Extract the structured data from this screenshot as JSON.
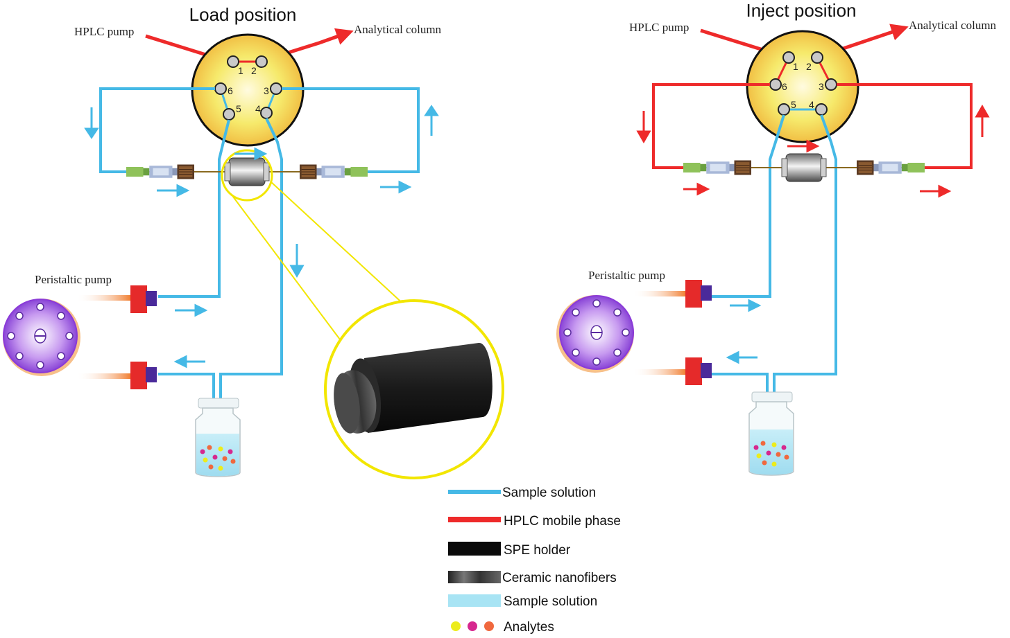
{
  "panels": {
    "load": {
      "title": "Load position",
      "hplc_pump": "HPLC pump",
      "analytical_column": "Analytical column",
      "peristaltic_pump": "Peristaltic pump"
    },
    "inject": {
      "title": "Inject position",
      "hplc_pump": "HPLC pump",
      "analytical_column": "Analytical column",
      "peristaltic_pump": "Peristaltic pump"
    }
  },
  "ports": [
    "1",
    "2",
    "3",
    "4",
    "5",
    "6"
  ],
  "legend": {
    "sample_line": "Sample solution",
    "hplc_line": "HPLC mobile phase",
    "spe_holder": "SPE holder",
    "nanofibers": "Ceramic nanofibers",
    "sample_fill": "Sample solution",
    "analytes": "Analytes"
  },
  "colors": {
    "sample_flow": "#45b9e6",
    "hplc_flow": "#ee2a2a",
    "valve_fill": "#f3e462",
    "zoom_ring": "#f2e600",
    "analyte_yellow": "#ecec1c",
    "analyte_magenta": "#d6288e",
    "analyte_orange": "#f0683e"
  },
  "icons": [
    "flow-arrow-icon",
    "pump-rotor-icon",
    "vial-icon",
    "spe-holder-icon"
  ]
}
